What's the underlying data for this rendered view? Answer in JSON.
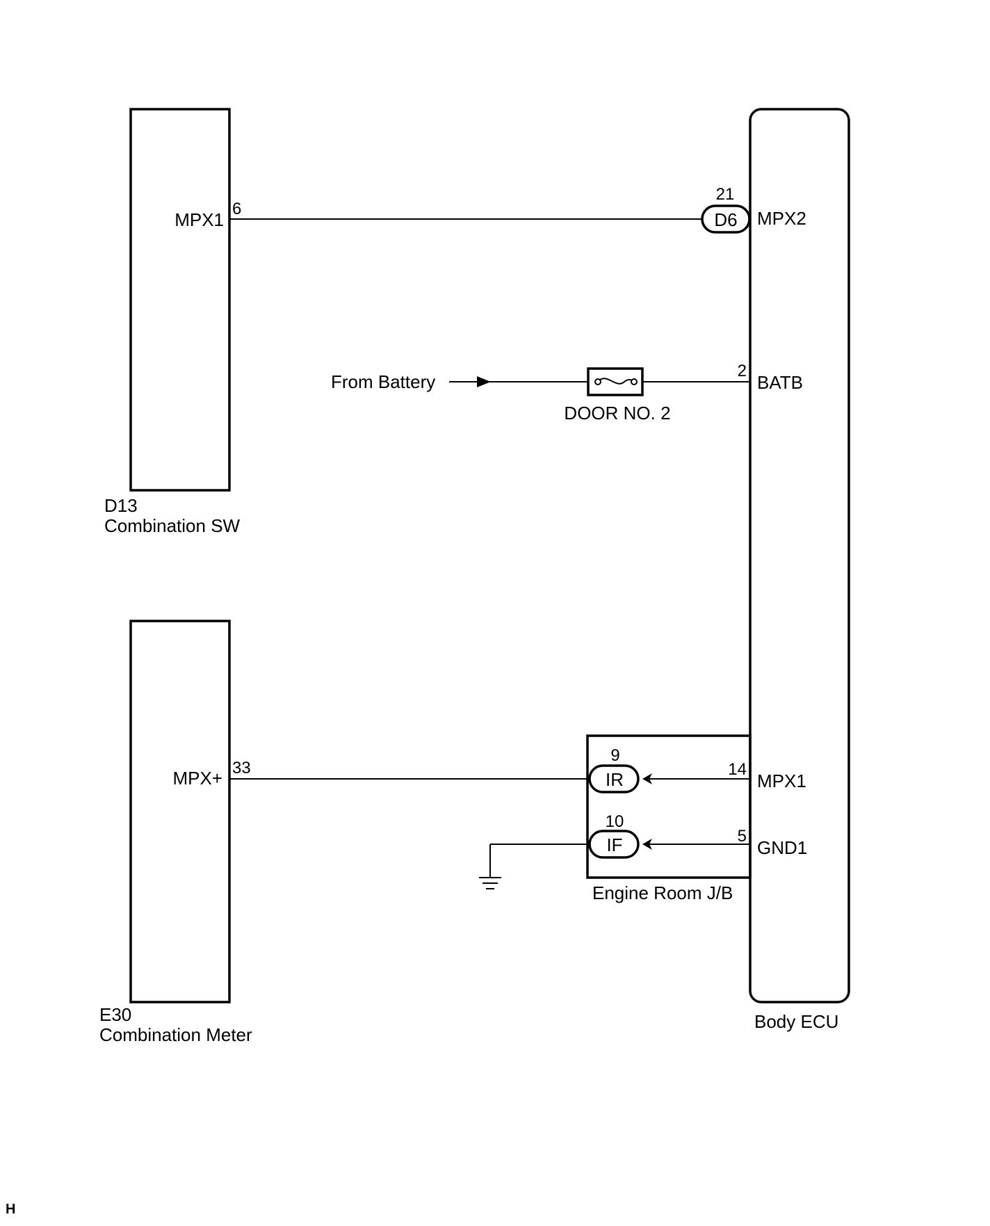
{
  "components": {
    "combination_sw": {
      "code": "D13",
      "name": "Combination SW",
      "terminal": "MPX1",
      "pin": "6"
    },
    "combination_meter": {
      "code": "E30",
      "name": "Combination Meter",
      "terminal": "MPX+",
      "pin": "33"
    },
    "body_ecu": {
      "name": "Body ECU",
      "terminals": [
        {
          "label": "MPX2",
          "pin": "21"
        },
        {
          "label": "BATB",
          "pin": "2"
        },
        {
          "label": "MPX1",
          "pin": "14"
        },
        {
          "label": "GND1",
          "pin": "5"
        }
      ]
    },
    "engine_room_jb": {
      "name": "Engine Room J/B"
    }
  },
  "connectors": [
    {
      "code": "D6",
      "pin": "21"
    },
    {
      "code": "IR",
      "pin": "9"
    },
    {
      "code": "IF",
      "pin": "10"
    }
  ],
  "power": {
    "source": "From Battery",
    "fuse": "DOOR NO. 2"
  },
  "corner_mark": "H"
}
